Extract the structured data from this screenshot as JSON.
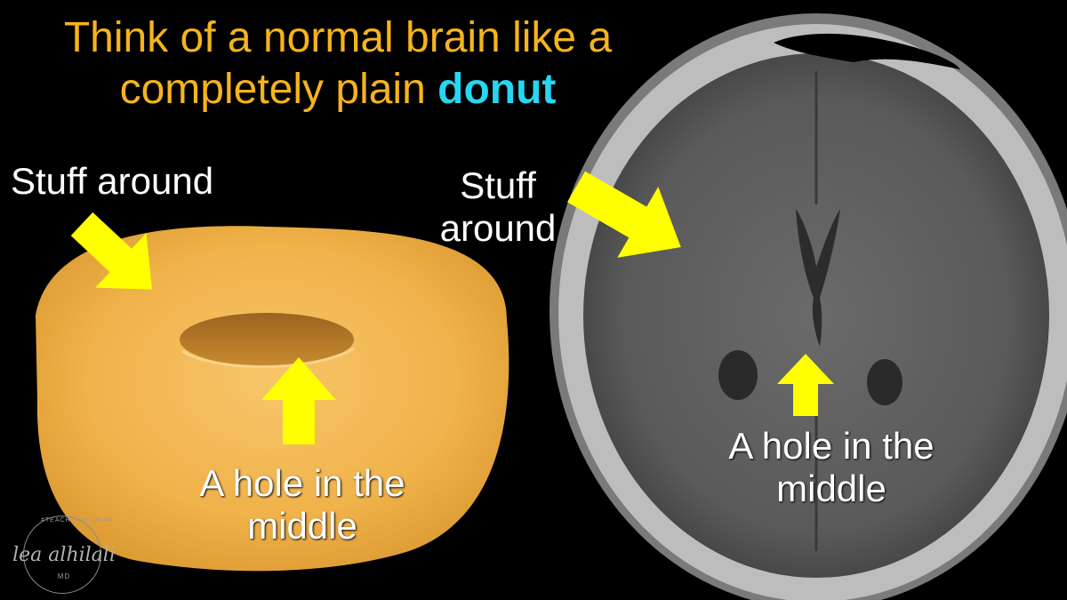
{
  "slide": {
    "title_line1": "Think of a normal brain like a",
    "title_line2_prefix": "completely plain ",
    "title_line2_accent": "donut",
    "left": {
      "label_around": "Stuff around",
      "label_hole_line1": "A hole in the",
      "label_hole_line2": "middle"
    },
    "right": {
      "label_around_line1": "Stuff",
      "label_around_line2": "around",
      "label_hole_line1": "A hole in the",
      "label_hole_line2": "middle"
    }
  },
  "logo": {
    "name": "lea alhilali",
    "handle": "#TEACHPLAYDRUM",
    "credential": "MD"
  },
  "colors": {
    "title": "#f6b41a",
    "accent": "#27d6f0",
    "arrow": "#ffff00",
    "donut": "#f2b64a",
    "background": "#000000"
  }
}
